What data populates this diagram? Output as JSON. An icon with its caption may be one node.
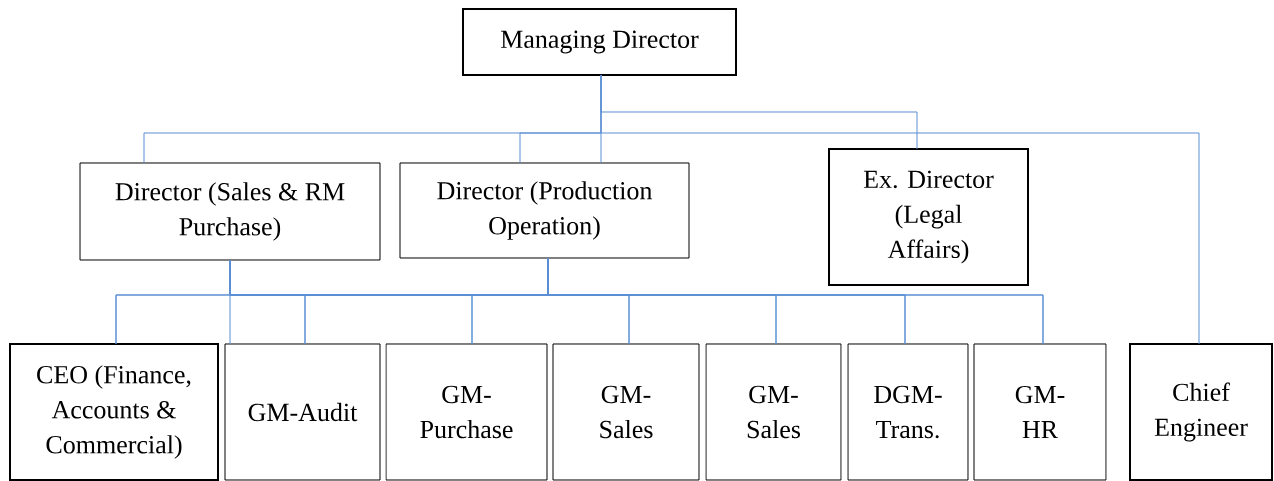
{
  "diagram": {
    "nodes": [
      {
        "text": [
          "Managing Director"
        ]
      },
      {
        "text": [
          "Director (Sales & RM Purchase)"
        ]
      },
      {
        "text": [
          "Director (Production Operation)"
        ]
      },
      {
        "text": [
          "Ex. Director (Legal Affairs)"
        ]
      },
      {
        "text": [
          "CEO (Finance, Accounts & Commercial)"
        ]
      },
      {
        "text": [
          "GM-Audit"
        ]
      },
      {
        "text": [
          "GM-Purchase"
        ]
      },
      {
        "text": [
          "GM-Sales"
        ]
      },
      {
        "text": [
          "GM-Sales"
        ]
      },
      {
        "text": [
          "DGM-Trans."
        ]
      },
      {
        "text": [
          "GM-HR"
        ]
      },
      {
        "text": [
          "Chief Engineer"
        ]
      }
    ],
    "edges": [
      {
        "from": 0,
        "to": 1,
        "arrow": "none"
      },
      {
        "from": 0,
        "to": 2,
        "arrow": "none"
      },
      {
        "from": 0,
        "to": 3,
        "arrow": "none"
      },
      {
        "from": 0,
        "to": 11,
        "arrow": "none"
      },
      {
        "from": 1,
        "to": 4,
        "arrow": "none"
      },
      {
        "from": 1,
        "to": 5,
        "arrow": "none"
      },
      {
        "from": 1,
        "to": 6,
        "arrow": "none"
      },
      {
        "from": 1,
        "to": 7,
        "arrow": "none"
      },
      {
        "from": 1,
        "to": 8,
        "arrow": "none"
      },
      {
        "from": 1,
        "to": 9,
        "arrow": "none"
      },
      {
        "from": 1,
        "to": 10,
        "arrow": "none"
      },
      {
        "from": 2,
        "to": 4,
        "arrow": "none"
      },
      {
        "from": 2,
        "to": 5,
        "arrow": "none"
      },
      {
        "from": 2,
        "to": 6,
        "arrow": "none"
      },
      {
        "from": 2,
        "to": 7,
        "arrow": "none"
      },
      {
        "from": 2,
        "to": 8,
        "arrow": "none"
      },
      {
        "from": 2,
        "to": 9,
        "arrow": "none"
      },
      {
        "from": 2,
        "to": 10,
        "arrow": "none"
      }
    ]
  }
}
